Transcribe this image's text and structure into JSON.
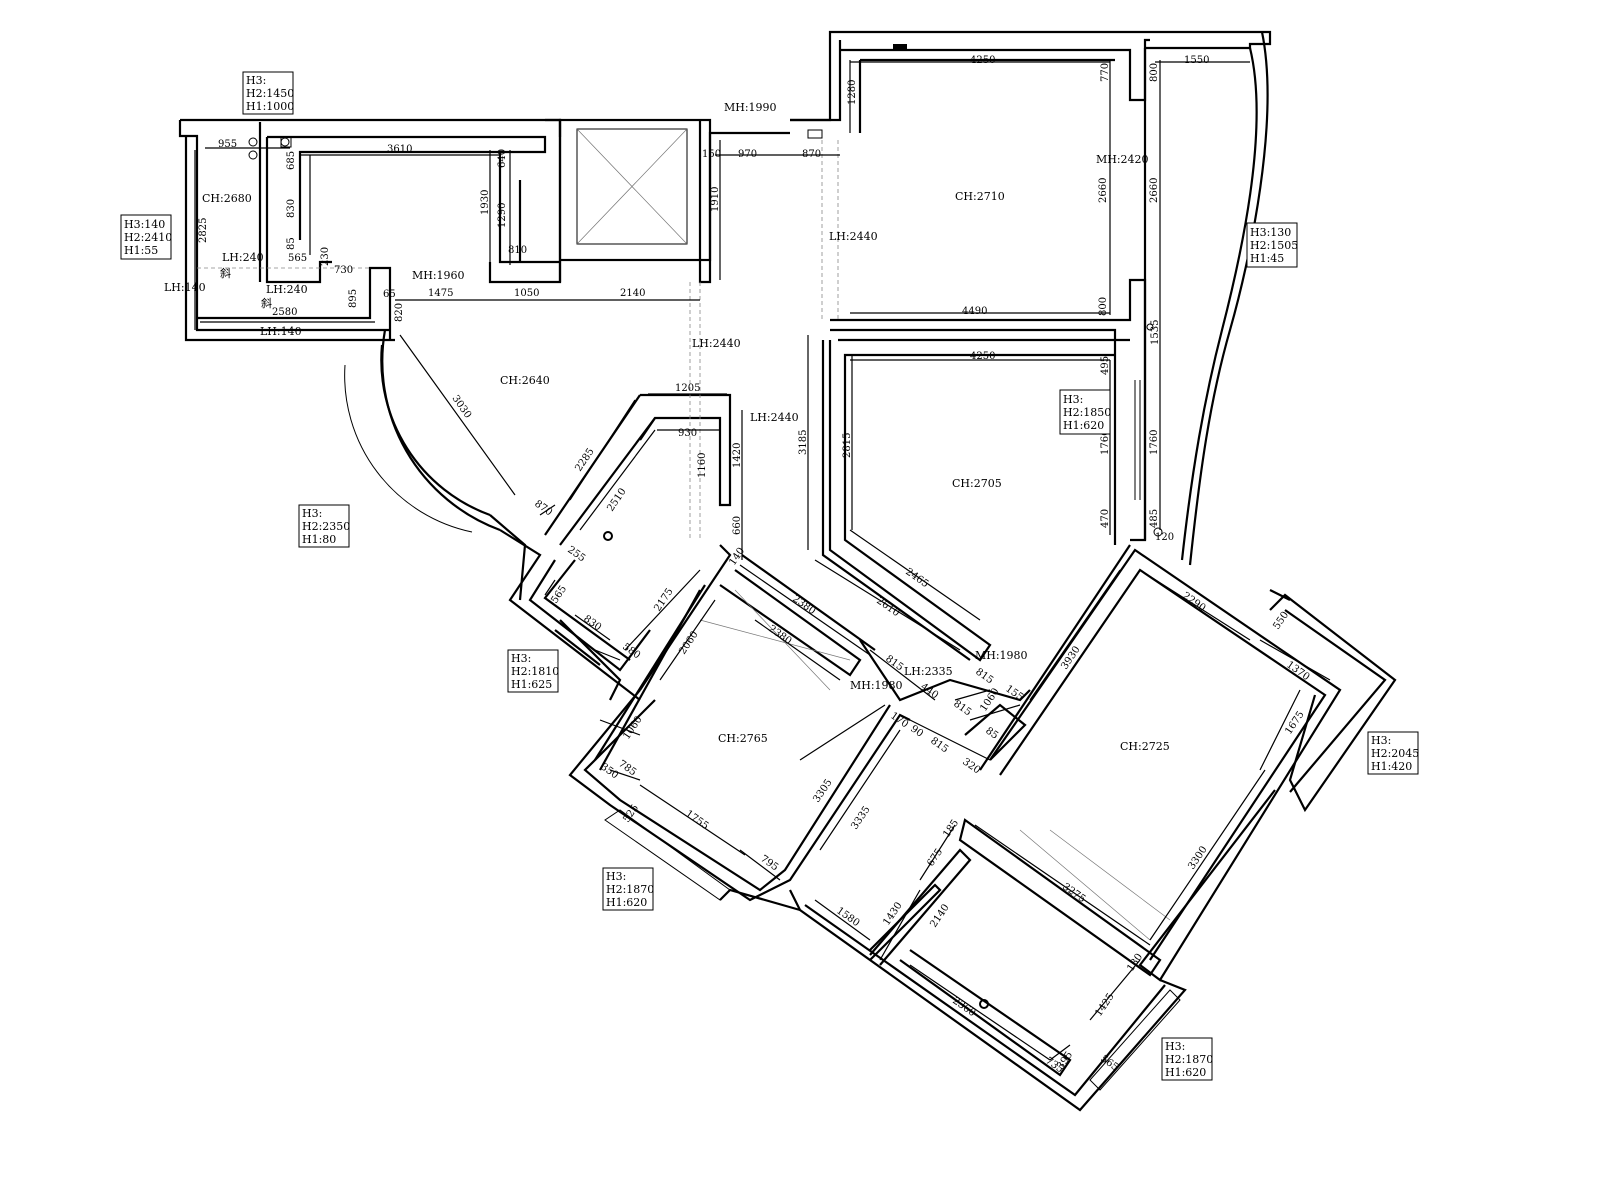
{
  "rooms": {
    "ch_2680": "CH:2680",
    "ch_2640": "CH:2640",
    "ch_2710": "CH:2710",
    "ch_2705": "CH:2705",
    "ch_2765": "CH:2765",
    "ch_2725": "CH:2725"
  },
  "lintels": {
    "mh_1990": "MH:1990",
    "mh_1960": "MH:1960",
    "mh_2420": "MH:2420",
    "mh_1980_a": "MH:1980",
    "mh_1980_b": "MH:1980",
    "lh_240_a": "LH:240",
    "lh_240_b": "LH:240",
    "lh_140_a": "LH:140",
    "lh_140_b": "LH:140",
    "lh_2440_a": "LH:2440",
    "lh_2440_b": "LH:2440",
    "lh_2440_c": "LH:2440",
    "lh_2335": "LH:2335",
    "slant_a": "斜",
    "slant_b": "斜"
  },
  "window_tags": [
    {
      "h3": "H3:",
      "h2": "H2:1450",
      "h1": "H1:1000"
    },
    {
      "h3": "H3:140",
      "h2": "H2:2410",
      "h1": "H1:55"
    },
    {
      "h3": "H3:130",
      "h2": "H2:1505",
      "h1": "H1:45"
    },
    {
      "h3": "H3:",
      "h2": "H2:1850",
      "h1": "H1:620"
    },
    {
      "h3": "H3:",
      "h2": "H2:2350",
      "h1": "H1:80"
    },
    {
      "h3": "H3:",
      "h2": "H2:1810",
      "h1": "H1:625"
    },
    {
      "h3": "H3:",
      "h2": "H2:2045",
      "h1": "H1:420"
    },
    {
      "h3": "H3:",
      "h2": "H2:1870",
      "h1": "H1:620"
    },
    {
      "h3": "H3:",
      "h2": "H2:1870",
      "h1": "H1:620"
    }
  ],
  "dimensions": {
    "d955": "955",
    "d3610": "3610",
    "d685": "685",
    "d830": "830",
    "d85": "85",
    "d565": "565",
    "d230": "230",
    "d730": "730",
    "d2825": "2825",
    "d640": "640",
    "d1930": "1930",
    "d1290": "1290",
    "d810": "810",
    "d2580": "2580",
    "d895": "895",
    "d65": "65",
    "d820": "820",
    "d1475": "1475",
    "d1050": "1050",
    "d2140_top": "2140",
    "d150": "150",
    "d970": "970",
    "d870_top": "870",
    "d1910": "1910",
    "d1280": "1280",
    "d4250_top": "4250",
    "d770": "770",
    "d800_a": "800",
    "d1550": "1550",
    "d2660_a": "2660",
    "d2660_b": "2660",
    "d800_b": "800",
    "d4490": "4490",
    "d1535": "1535",
    "d4250_mid": "4250",
    "d495": "495",
    "d3185": "3185",
    "d2815": "2815",
    "d1760_a": "1760",
    "d1760_b": "1760",
    "d470": "470",
    "d485": "485",
    "d120": "120",
    "d2465": "2465",
    "d2610": "2610",
    "d3030": "3030",
    "d1205": "1205",
    "d930": "930",
    "d1160": "1160",
    "d1420": "1420",
    "d660": "660",
    "d2285": "2285",
    "d2510": "2510",
    "d870_mid": "870",
    "d255": "255",
    "d565_b": "565",
    "d830_b": "830",
    "d580": "580",
    "d2175": "2175",
    "d140": "140",
    "d2380_a": "2380",
    "d2380_b": "2380",
    "d2060": "2060",
    "d815_a": "815",
    "d815_b": "815",
    "d815_c": "815",
    "d815_d": "815",
    "d440": "440",
    "d1060_a": "1060",
    "d1060_b": "1060",
    "d155": "155",
    "d85_b": "85",
    "d320": "320",
    "d170": "170",
    "d90": "90",
    "d785": "785",
    "d350": "350",
    "d1755": "1755",
    "d525_a": "525",
    "d795": "795",
    "d3305": "3305",
    "d3335": "3335",
    "d185": "185",
    "d675": "675",
    "d2140_low": "2140",
    "d1580": "1580",
    "d1430": "1430",
    "d3930": "3930",
    "d2290": "2290",
    "d550": "550",
    "d1370": "1370",
    "d1675": "1675",
    "d3300": "3300",
    "d3275": "3275",
    "d130": "130",
    "d1425": "1425",
    "d2360": "2360",
    "d735": "735",
    "d395": "395",
    "d565_c": "565"
  }
}
